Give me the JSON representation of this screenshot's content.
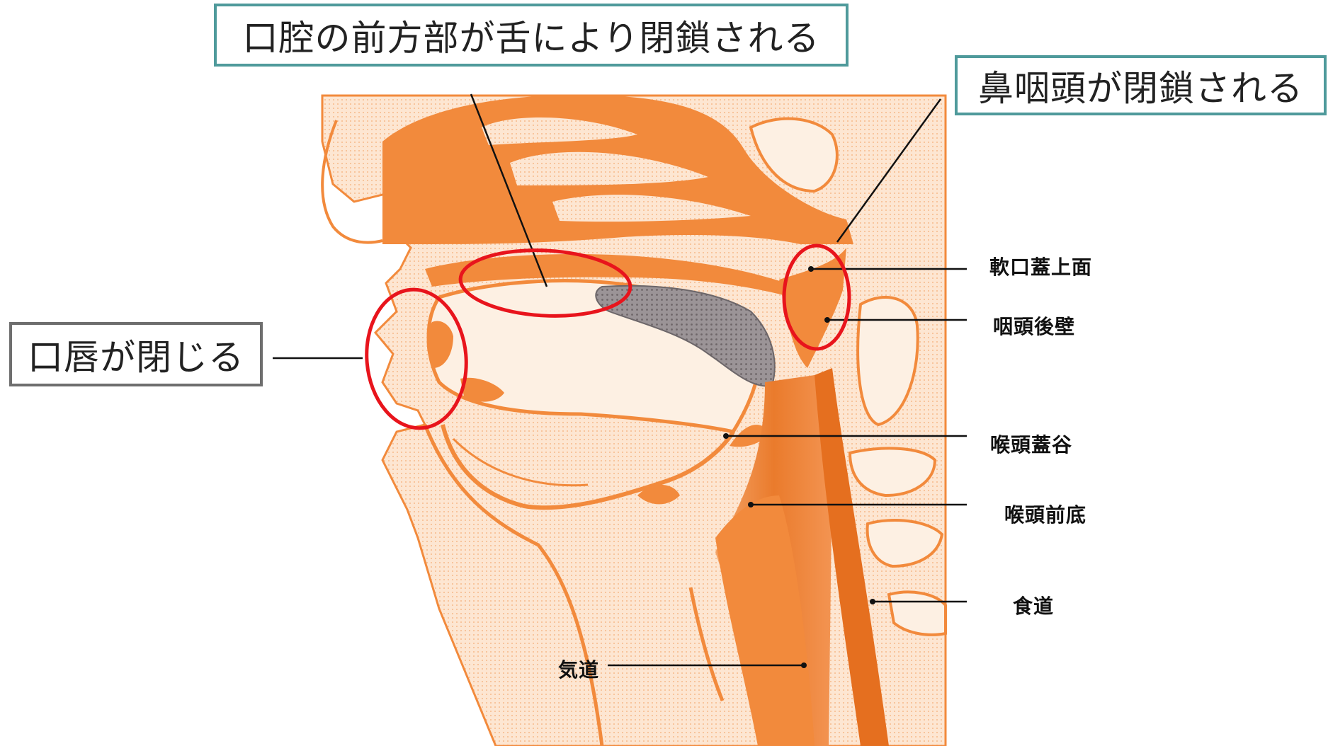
{
  "callouts": {
    "oral_front": "口腔の前方部が舌により閉鎖される",
    "nasopharynx": "鼻咽頭が閉鎖される",
    "lips": "口唇が閉じる"
  },
  "labels": {
    "soft_palate_upper": "軟口蓋上面",
    "pharynx_posterior_wall": "咽頭後壁",
    "vallecula": "喉頭蓋谷",
    "laryngeal_floor": "喉頭前底",
    "esophagus": "食道",
    "trachea": "気道"
  },
  "colors": {
    "tissue": "#f28a3c",
    "tissue_light": "#fde8d5",
    "tissue_dark": "#e56f1f",
    "bolus": "#8f8a8c",
    "highlight": "#e8141c",
    "box_border": "#4f9a9b"
  }
}
